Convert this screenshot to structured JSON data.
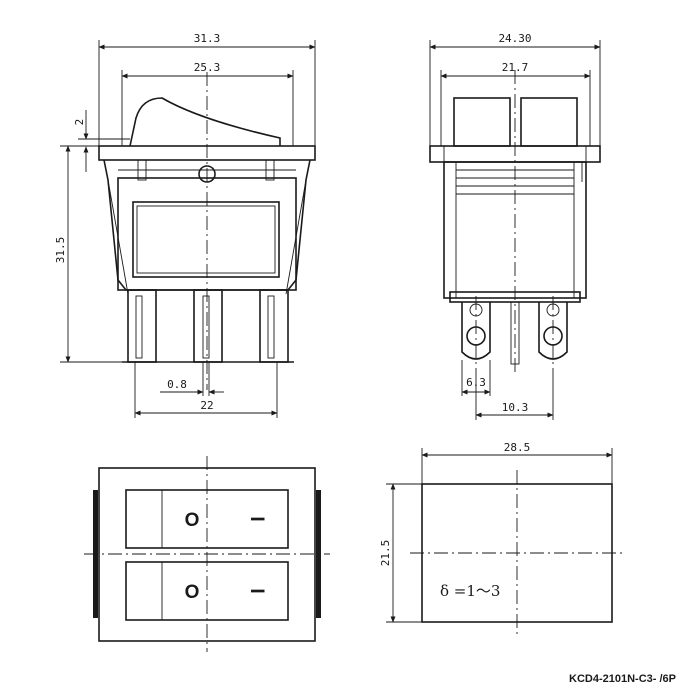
{
  "part_number": "KCD4-2101N-C3-  /6P",
  "front_view": {
    "dim_overall_width": "31.3",
    "dim_housing_width": "25.3",
    "dim_rocker_height": "2",
    "dim_body_height": "31.5",
    "dim_terminal_thickness": "0.8",
    "dim_terminal_span": "22"
  },
  "side_view": {
    "dim_overall_width": "24.30",
    "dim_body_width": "21.7",
    "dim_terminal_width": "6.3",
    "dim_terminal_pitch": "10.3"
  },
  "top_view": {
    "symbol_off": "O",
    "symbol_on": "I"
  },
  "panel_cutout": {
    "dim_width": "28.5",
    "dim_height": "21.5",
    "note_thickness": "δ =1～3"
  }
}
